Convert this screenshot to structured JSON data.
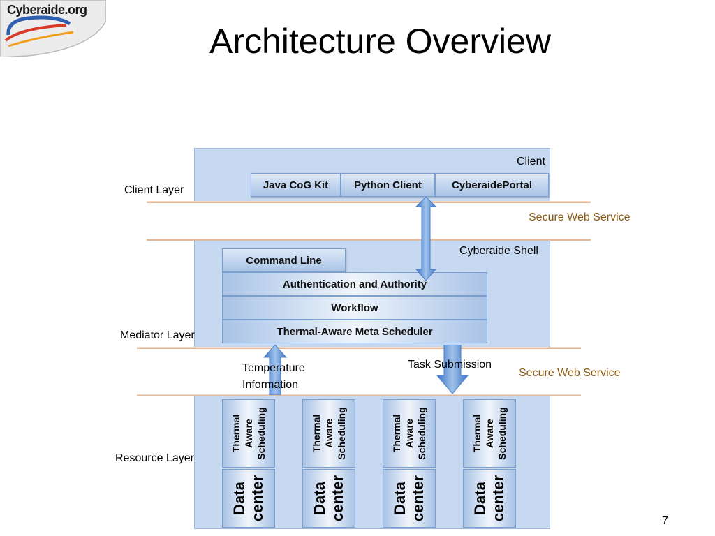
{
  "logo": {
    "text": "Cyberaide.org"
  },
  "title": "Architecture Overview",
  "client_area": {
    "label": "Client",
    "buttons": [
      "Java CoG Kit",
      "Python Client",
      "CyberaidePortal"
    ]
  },
  "layers": {
    "client": "Client Layer",
    "mediator": "Mediator Layer",
    "resource": "Resource Layer"
  },
  "secure_web_service": [
    "Secure Web Service",
    "Secure Web Service"
  ],
  "shell": {
    "label": "Cyberaide Shell",
    "command_line": "Command Line",
    "authentication": "Authentication and Authority",
    "workflow": "Workflow",
    "scheduler": "Thermal-Aware Meta Scheduler"
  },
  "arrows": {
    "temperature": [
      "Temperature",
      "Information"
    ],
    "task": "Task Submission"
  },
  "resources": {
    "scheduling": [
      "Thermal",
      "Aware",
      "Scheduling"
    ],
    "datacenter": [
      "Data",
      "center"
    ],
    "count": 4
  },
  "page_number": "7",
  "colors": {
    "layer_fill": "#c6d9f1",
    "line": "#e2b99a",
    "accent_text": "#8a5a14",
    "arrow": "#5b8fd1"
  }
}
